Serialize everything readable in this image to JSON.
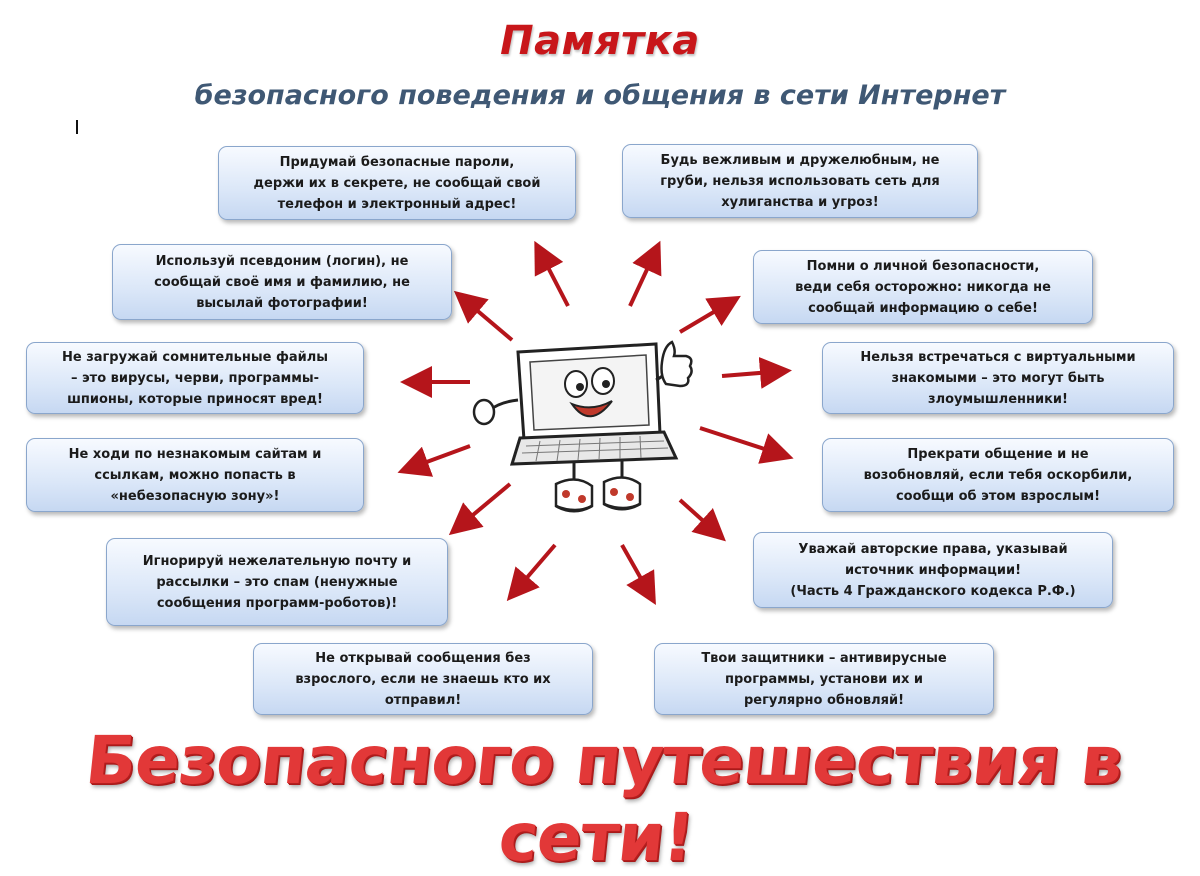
{
  "title": "Памятка",
  "subtitle": "безопасного поведения и общения в сети Интернет",
  "tips": {
    "passwords": "Придумай безопасные пароли,\nдержи их в секрете, не сообщай свой\nтелефон и электронный адрес!",
    "polite": "Будь вежливым и дружелюбным, не\nгруби, нельзя использовать сеть для\nхулиганства и угроз!",
    "nickname": "Используй псевдоним (логин), не\nсообщай своё имя и фамилию, не\nвысылай фотографии!",
    "personal_safety": "Помни о личной безопасности,\nведи себя осторожно: никогда не\nсообщай информацию о себе!",
    "files": "Не загружай сомнительные файлы\n– это вирусы, черви, программы-\nшпионы, которые приносят вред!",
    "meetings": "Нельзя встречаться с виртуальными\nзнакомыми – это могут быть\nзлоумышленники!",
    "sites": "Не ходи по незнакомым сайтам и\nссылкам, можно попасть в\n«небезопасную зону»!",
    "insults": "Прекрати общение и не\nвозобновляй, если тебя оскорбили,\nсообщи об этом взрослым!",
    "spam": "Игнорируй нежелательную почту и\nрассылки – это спам (ненужные\nсообщения программ-роботов)!",
    "copyright": "Уважай авторские  права, указывай\nисточник информации!\n(Часть 4 Гражданского кодекса Р.Ф.)",
    "messages": "Не открывай сообщения без\nвзрослого, если не знаешь кто их\nотправил!",
    "antivirus": "Твои защитники – антивирусные\nпрограммы, установи их и\nрегулярно обновляй!"
  },
  "slogan": "Безопасного путешествия в сети!",
  "colors": {
    "title_red": "#c8161a",
    "subtitle_blue": "#3f5874",
    "arrow_red": "#b5151b",
    "box_border": "#8aa6cc"
  },
  "icons": {
    "mascot": "laptop-mascot-icon"
  }
}
